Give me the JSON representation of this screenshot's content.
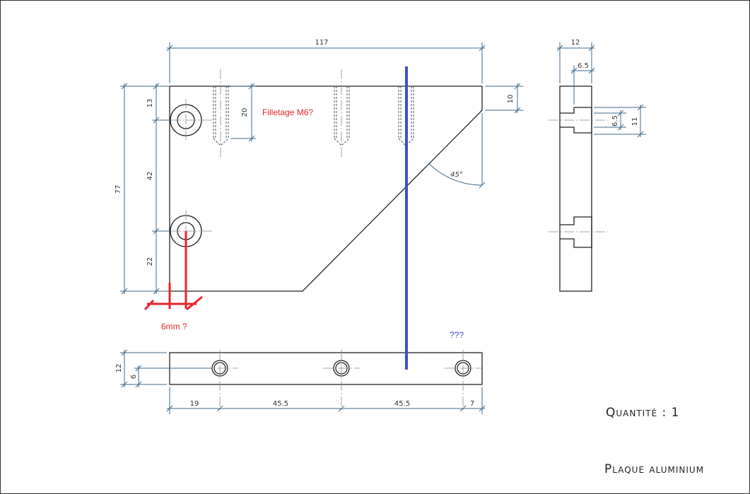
{
  "drawing": {
    "dims": {
      "total_width": "117",
      "side_thickness": "12",
      "side_counterbore": "6.5",
      "side_hole_inner": "6.5",
      "side_hole_outer": "11",
      "top_offset_right": "10",
      "thread_depth": "20",
      "hole_top": "13",
      "hole_spacing": "42",
      "hole_bottom": "22",
      "total_height": "77",
      "angle": "45°",
      "bottom_thickness": "12",
      "bottom_half": "6",
      "hole_pos_1": "19",
      "hole_pos_2": "45.5",
      "hole_pos_3": "45.5",
      "hole_pos_4": "7"
    },
    "annotations": {
      "thread_question": "Filletage M6?",
      "mm_question": "6mm ?",
      "unknown_question": "???"
    },
    "title_block": {
      "quantity": "Quantité : 1",
      "material": "Plaque aluminium"
    }
  },
  "colors": {
    "red_annotation": "#e8262a",
    "blue_annotation": "#3f4fc8"
  }
}
